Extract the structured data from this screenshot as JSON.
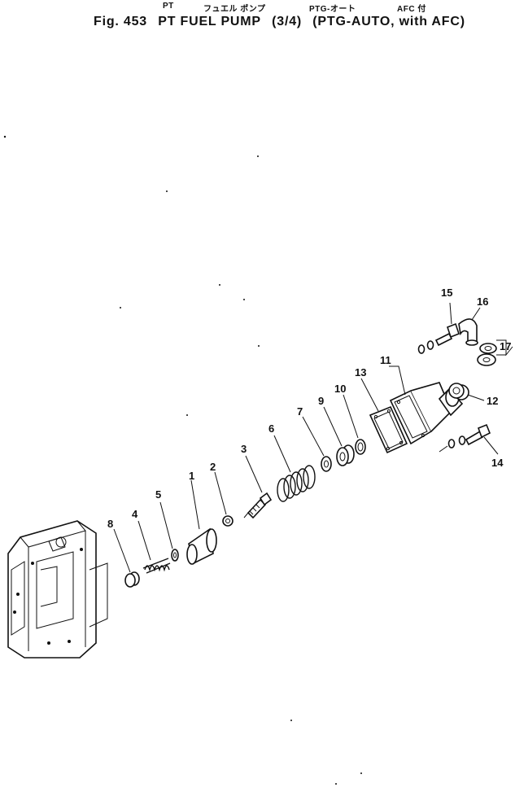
{
  "title": {
    "jp_pt": "PT",
    "jp_fuel_pump": "フュエル ポンプ",
    "jp_ptg_auto": "PTG-オート",
    "jp_afc": "AFC 付",
    "fig_label": "Fig. 453",
    "name": "PT FUEL PUMP",
    "fraction": "(3/4)",
    "variant": "(PTG-AUTO, with AFC)"
  },
  "callouts": [
    "1",
    "2",
    "3",
    "4",
    "5",
    "6",
    "7",
    "8",
    "9",
    "10",
    "11",
    "12",
    "13",
    "14",
    "15",
    "16",
    "17"
  ]
}
